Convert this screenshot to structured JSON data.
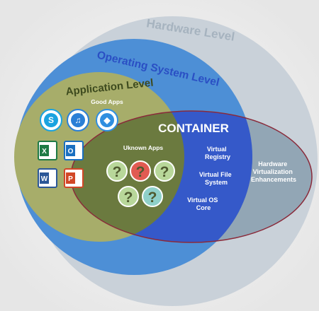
{
  "levels": {
    "hardware": "Hardware Level",
    "operating_system": "Operating System Level",
    "application": "Application Level",
    "application_sub": "Good Apps"
  },
  "container": {
    "title": "CONTAINER",
    "unknown_apps": "Uknown Apps",
    "features": [
      [
        "Virtual",
        "Registry"
      ],
      [
        "Virtual File",
        "System"
      ],
      [
        "Virtual OS",
        "Core"
      ]
    ],
    "hardware_feature": [
      "Hardware",
      "Virtualization",
      "Enhancements"
    ]
  },
  "question_mark": "?",
  "app_icons": [
    {
      "name": "skype-icon",
      "glyph": "S",
      "color": "#1aa3e0"
    },
    {
      "name": "itunes-icon",
      "glyph": "♫",
      "color": "#2a7fd6"
    },
    {
      "name": "dropbox-icon",
      "glyph": "◆",
      "color": "#2f8ee0"
    },
    {
      "name": "excel-icon",
      "glyph": "X",
      "color": "#1e7a45"
    },
    {
      "name": "outlook-icon",
      "glyph": "O",
      "color": "#1a6fc0"
    },
    {
      "name": "word-icon",
      "glyph": "W",
      "color": "#2b5797"
    },
    {
      "name": "powerpoint-icon",
      "glyph": "P",
      "color": "#d24726"
    }
  ],
  "colors": {
    "background": "#ececec",
    "hardware_circle": "#c9d1d9",
    "os_circle": "#4d8fd6",
    "application_circle": "#a7ad6a",
    "container_blue": "#3559c9",
    "container_outline": "#8a2a3a",
    "question_green": "#b8d79a",
    "question_red": "#e15b52",
    "question_teal": "#8fd0c9",
    "question_text": "#4f5a2f"
  }
}
